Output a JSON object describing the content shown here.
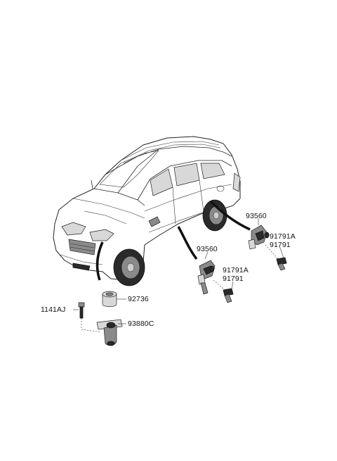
{
  "labels": {
    "sensor_rear_part": "93560",
    "sensor_rear_bolt_a": "91791A",
    "sensor_rear_bolt_b": "91791",
    "sensor_front_part": "93560",
    "sensor_front_bolt_a": "91791A",
    "sensor_front_bolt_b": "91791",
    "cap_part": "92736",
    "screw_part": "1141AJ",
    "switch_part": "93880C"
  }
}
